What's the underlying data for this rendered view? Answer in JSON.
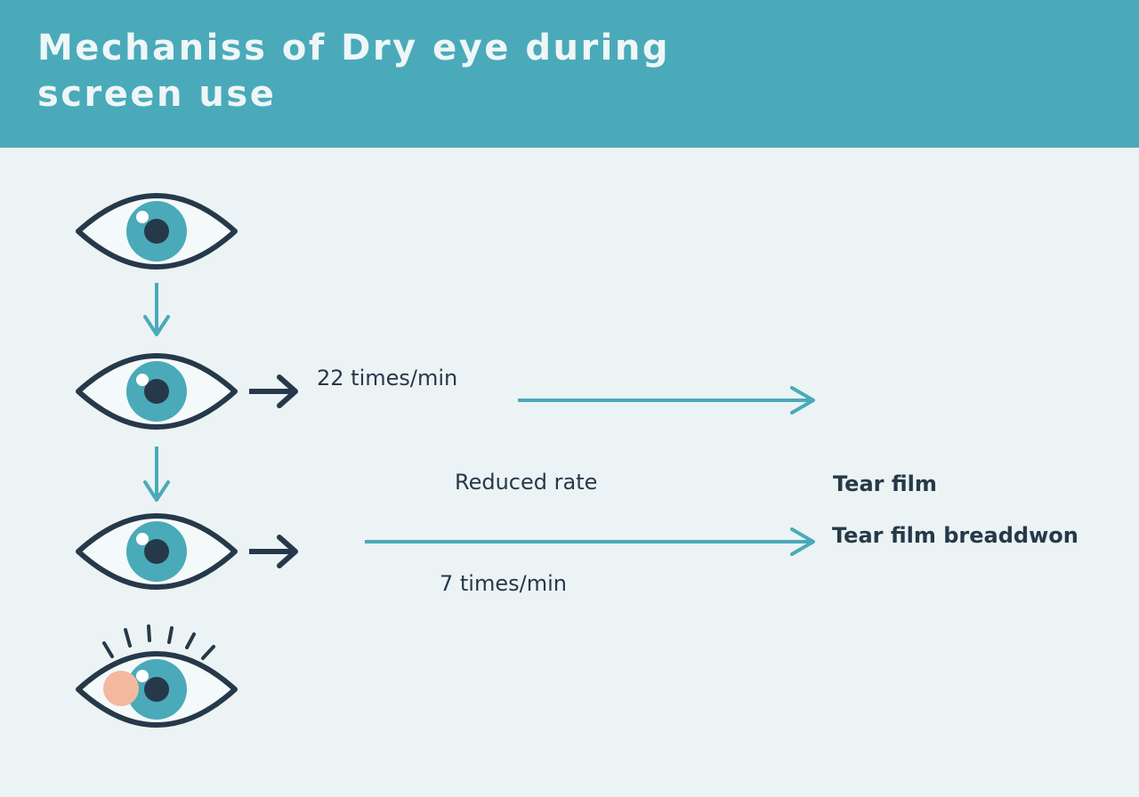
{
  "header": {
    "title": "Mechaniss of Dry eye during screen use",
    "background_color": "#4aaab9"
  },
  "diagram": {
    "eyes": [
      {
        "icon": "eye-icon"
      },
      {
        "icon": "eye-icon"
      },
      {
        "icon": "eye-icon"
      },
      {
        "icon": "irritated-eye-icon",
        "irritation_color": "#f2b9a0"
      }
    ],
    "labels": {
      "normal_rate": "22 times/min",
      "reduced_rate": "Reduced rate",
      "screen_rate": "7 times/min",
      "tear_film": "Tear film",
      "tear_film_breakdown": "Tear film breaddwon"
    },
    "colors": {
      "outline": "#26394a",
      "iris": "#4aaab9",
      "arrow": "#4aaab9"
    }
  }
}
